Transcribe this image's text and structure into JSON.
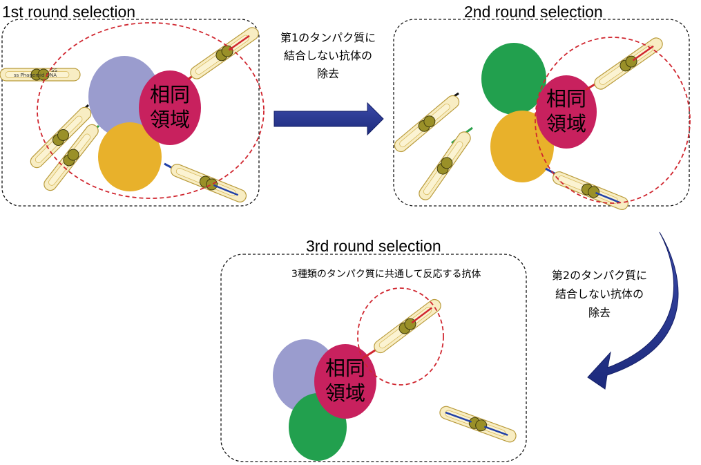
{
  "panels": {
    "round1": {
      "title": "1st round selection"
    },
    "round2": {
      "title": "2nd round selection"
    },
    "round3": {
      "title": "3rd round selection",
      "caption": "3種類のタンパク質に共通して反応する抗体"
    }
  },
  "homologous_region": {
    "line1": "相同",
    "line2": "領域"
  },
  "steps": {
    "step1": {
      "line1": "第1のタンパク質に",
      "line2": "結合しない抗体の",
      "line3": "除去"
    },
    "step2": {
      "line1": "第2のタンパク質に",
      "line2": "結合しない抗体の",
      "line3": "除去"
    }
  },
  "phage_label": "ss Phagemid DNA",
  "ss_mark": "SS",
  "colors": {
    "protein_lavender": "#9a9cce",
    "protein_gold": "#e8b12b",
    "protein_green": "#22a04e",
    "homologous_region": "#c8215e",
    "arrow_navy": "#283590",
    "selection_circle": "#d0262f",
    "antibody_red": "#d0262f",
    "antibody_black": "#111111",
    "antibody_green": "#2aa04a",
    "antibody_blue": "#2140a8"
  }
}
